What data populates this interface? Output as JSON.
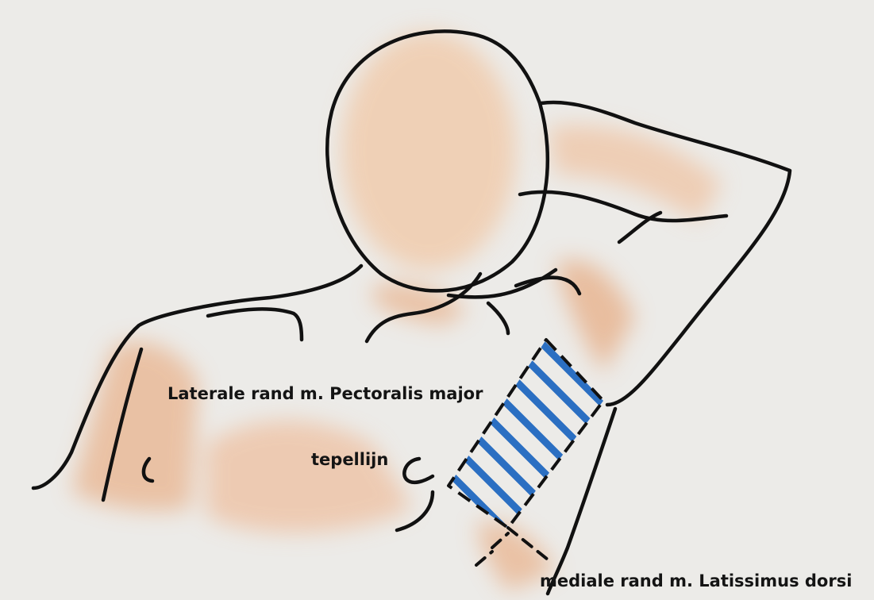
{
  "labels": {
    "pectoralis": "Laterale rand m. Pectoralis major",
    "nipple_line": "tepellijn",
    "latissimus": "mediale rand m. Latissimus dorsi"
  },
  "colors": {
    "paper": "#ecebe8",
    "skin": "#e9b48e",
    "outline": "#111111",
    "hatch": "#2b6fc2"
  }
}
